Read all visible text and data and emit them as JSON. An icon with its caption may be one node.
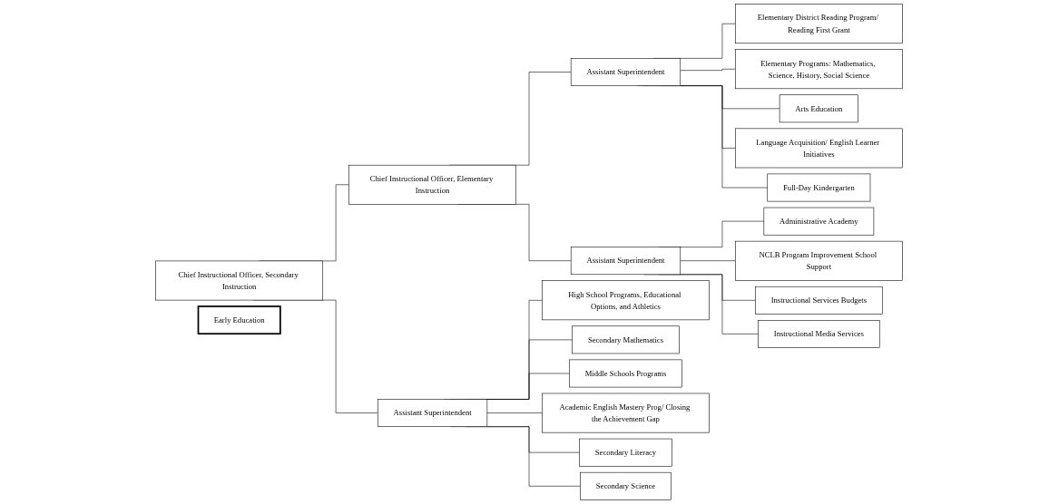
{
  "diagram": {
    "nodes": [
      {
        "text": [
          "Chief Instructional Officer, Secondary Instruction"
        ]
      },
      {
        "text": [
          "Chief Instructional Officer, Elementary Instruction"
        ]
      },
      {
        "text": [
          "Assistant Superintendent"
        ]
      },
      {
        "text": [
          "Assistant Superintendent"
        ]
      },
      {
        "text": [
          "Assistant Superintendent"
        ]
      },
      {
        "text": [
          "High School Programs, Educational Options, and Athletics"
        ]
      },
      {
        "text": [
          "Secondary Mathematics"
        ]
      },
      {
        "text": [
          "Middle Schools Programs"
        ]
      },
      {
        "text": [
          "Academic English Mastery Prog/ Closing the Achievement Gap"
        ]
      },
      {
        "text": [
          "Secondary Literacy"
        ]
      },
      {
        "text": [
          "Secondary Science"
        ]
      },
      {
        "text": [
          "Elementary District Reading Program/ Reading First Grant"
        ]
      },
      {
        "text": [
          "Elementary Programs: Mathematics, Science, History, Social Science"
        ]
      },
      {
        "text": [
          "Arts Education"
        ]
      },
      {
        "text": [
          "Language Acquisition/ English Learner Initiatives"
        ]
      },
      {
        "text": [
          "Full-Day Kindergarten"
        ]
      },
      {
        "text": [
          "Early Education"
        ]
      },
      {
        "text": [
          "Administrative Academy"
        ]
      },
      {
        "text": [
          "NCLB Program Improvement School Support"
        ]
      },
      {
        "text": [
          "Instructional Services Budgets"
        ]
      },
      {
        "text": [
          "Instructional Media Services"
        ]
      }
    ],
    "edges": [
      {
        "from": 0,
        "to": 1,
        "arrow": "none"
      },
      {
        "from": 0,
        "to": 2,
        "arrow": "none"
      },
      {
        "from": 1,
        "to": 3,
        "arrow": "none"
      },
      {
        "from": 1,
        "to": 4,
        "arrow": "none"
      },
      {
        "from": 2,
        "to": 5,
        "arrow": "none"
      },
      {
        "from": 2,
        "to": 6,
        "arrow": "none"
      },
      {
        "from": 2,
        "to": 7,
        "arrow": "none"
      },
      {
        "from": 2,
        "to": 8,
        "arrow": "none"
      },
      {
        "from": 2,
        "to": 9,
        "arrow": "none"
      },
      {
        "from": 2,
        "to": 10,
        "arrow": "none"
      },
      {
        "from": 3,
        "to": 11,
        "arrow": "none"
      },
      {
        "from": 3,
        "to": 12,
        "arrow": "none"
      },
      {
        "from": 3,
        "to": 13,
        "arrow": "none"
      },
      {
        "from": 3,
        "to": 14,
        "arrow": "none"
      },
      {
        "from": 3,
        "to": 15,
        "arrow": "none"
      },
      {
        "from": 4,
        "to": 17,
        "arrow": "none"
      },
      {
        "from": 4,
        "to": 18,
        "arrow": "none"
      },
      {
        "from": 4,
        "to": 19,
        "arrow": "none"
      },
      {
        "from": 4,
        "to": 20,
        "arrow": "none"
      }
    ]
  }
}
